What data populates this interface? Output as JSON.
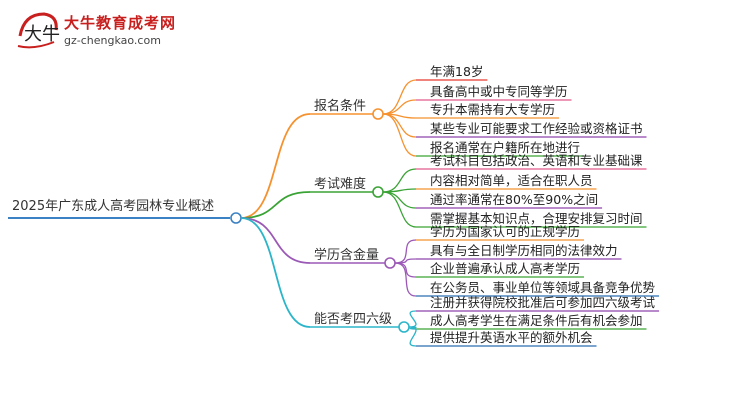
{
  "logo": {
    "title": "大牛教育成考网",
    "url": "gz-chengkao.com",
    "mark_text": "大牛"
  },
  "root": {
    "label": "2025年广东成人高考园林专业概述"
  },
  "branches": [
    {
      "label": "报名条件",
      "color": "#f5922f",
      "leaves": [
        "年满18岁",
        "具备高中或中专同等学历",
        "专升本需持有大专学历",
        "某些专业可能要求工作经验或资格证书",
        "报名通常在户籍所在地进行"
      ]
    },
    {
      "label": "考试难度",
      "color": "#3aa335",
      "leaves": [
        "考试科目包括政治、英语和专业基础课",
        "内容相对简单，适合在职人员",
        "通过率通常在80%至90%之间",
        "需掌握基本知识点，合理安排复习时间"
      ]
    },
    {
      "label": "学历含金量",
      "color": "#9b59b6",
      "leaves": [
        "学历为国家认可的正规学历",
        "具有与全日制学历相同的法律效力",
        "企业普遍承认成人高考学历",
        "在公务员、事业单位等领域具备竞争优势"
      ]
    },
    {
      "label": "能否考四六级",
      "color": "#2bb5c9",
      "leaves": [
        "注册并获得院校批准后可参加四六级考试",
        "成人高考学生在满足条件后有机会参加",
        "提供提升英语水平的额外机会"
      ]
    }
  ],
  "colors": {
    "root_line": "#3b82c4",
    "logo_red": "#c8201e",
    "leaf_lines": [
      "#e63b2e",
      "#e05a8a",
      "#f5922f",
      "#8e44ad",
      "#3aa335",
      "#2b6cb0"
    ]
  }
}
